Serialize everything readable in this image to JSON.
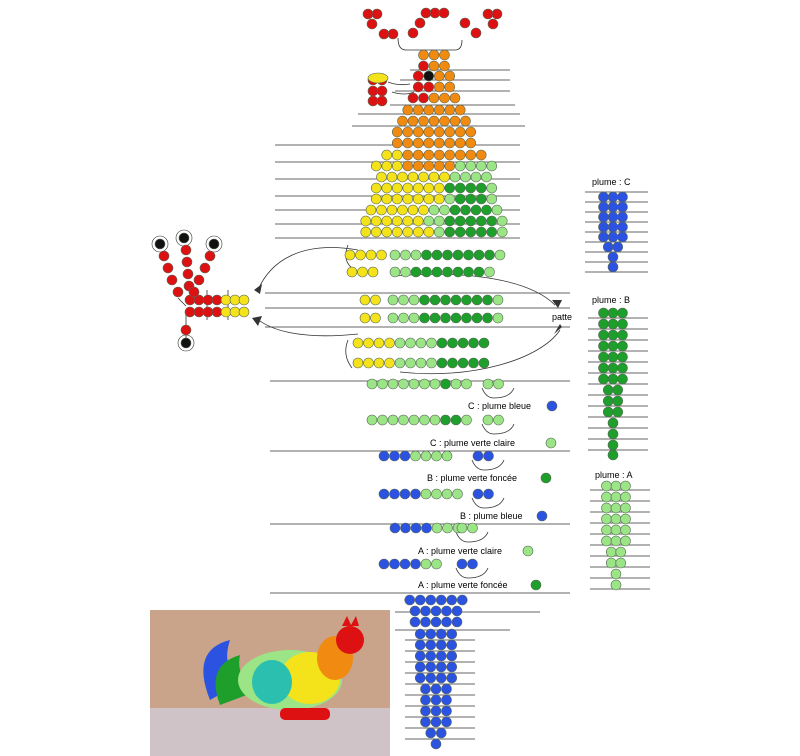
{
  "colors": {
    "red": "#dd1111",
    "orange": "#f08a10",
    "yellow": "#f4e21a",
    "light_green": "#9be586",
    "dark_green": "#1e9e2a",
    "blue": "#2b52e0",
    "black": "#111111",
    "bead_outline": "#556655",
    "line": "#333333",
    "photo_wall": "#c9a48a",
    "photo_floor": "#cfc3c8"
  },
  "labels": {
    "patte": "patte",
    "plume_c": "plume : C",
    "plume_b": "plume : B",
    "plume_a": "plume : A"
  },
  "legend": [
    {
      "text": "C : plume bleue",
      "color": "blue"
    },
    {
      "text": "C : plume verte claire",
      "color": "light_green"
    },
    {
      "text": "B : plume verte foncée",
      "color": "dark_green"
    },
    {
      "text": "B : plume bleue",
      "color": "blue"
    },
    {
      "text": "A : plume verte claire",
      "color": "light_green"
    },
    {
      "text": "A : plume verte foncée",
      "color": "dark_green"
    }
  ],
  "photo": {
    "subject": "beaded-rooster-photo"
  }
}
